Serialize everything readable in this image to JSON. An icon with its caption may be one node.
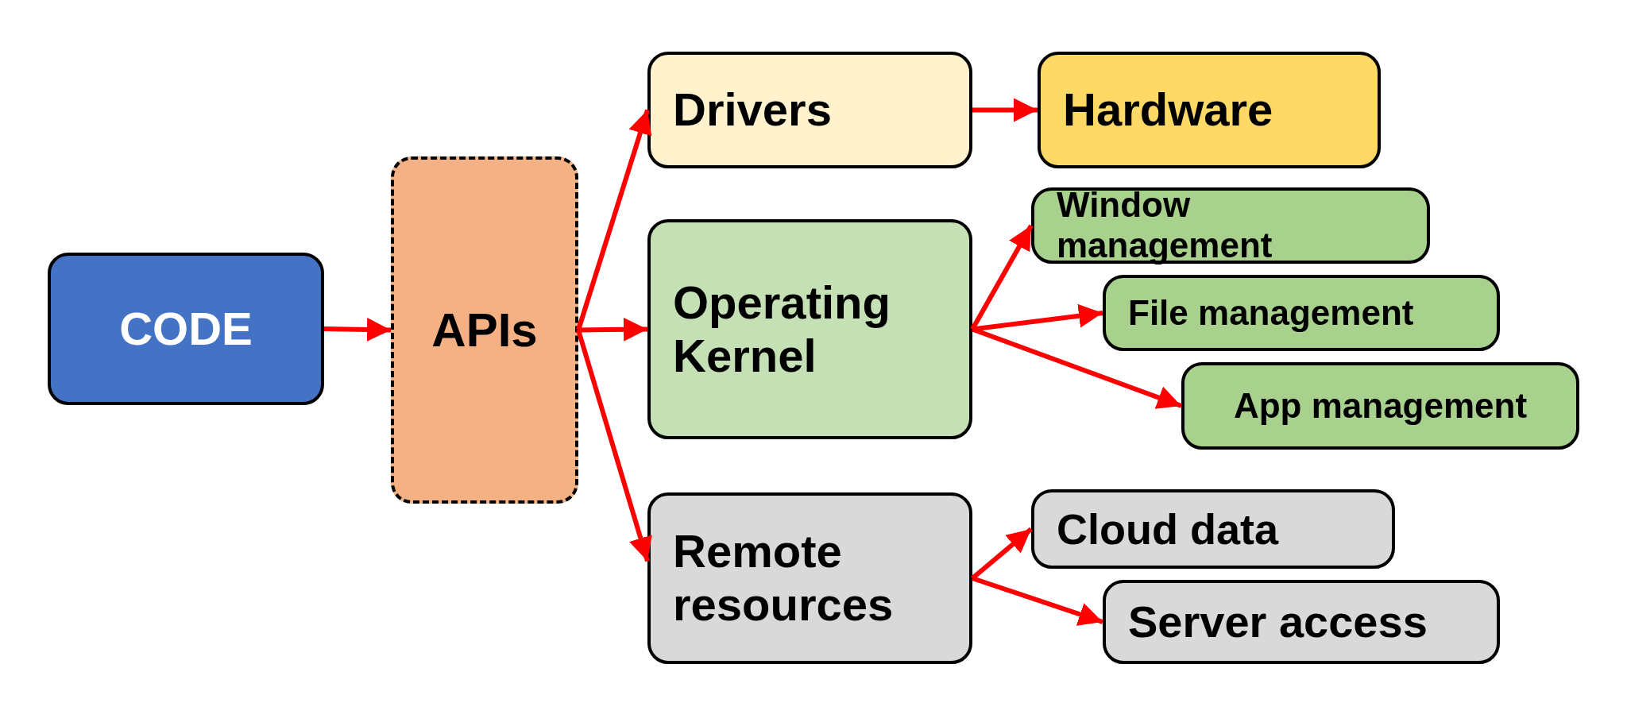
{
  "diagram": {
    "nodes": [
      {
        "text": [
          "CODE"
        ]
      },
      {
        "text": [
          "APIs"
        ]
      },
      {
        "text": [
          "Drivers"
        ]
      },
      {
        "text": [
          "Hardware"
        ]
      },
      {
        "text": [
          "Operating Kernel"
        ]
      },
      {
        "text": [
          "Window management"
        ]
      },
      {
        "text": [
          "File management"
        ]
      },
      {
        "text": [
          "App management"
        ]
      },
      {
        "text": [
          "Remote resources"
        ]
      },
      {
        "text": [
          "Cloud data"
        ]
      },
      {
        "text": [
          "Server access"
        ]
      }
    ],
    "edges": [
      {
        "from": 0,
        "to": 1,
        "arrow": "to"
      },
      {
        "from": 1,
        "to": 2,
        "arrow": "to"
      },
      {
        "from": 1,
        "to": 4,
        "arrow": "to"
      },
      {
        "from": 1,
        "to": 8,
        "arrow": "to"
      },
      {
        "from": 2,
        "to": 3,
        "arrow": "to"
      },
      {
        "from": 4,
        "to": 5,
        "arrow": "to"
      },
      {
        "from": 4,
        "to": 6,
        "arrow": "to"
      },
      {
        "from": 4,
        "to": 7,
        "arrow": "to"
      },
      {
        "from": 8,
        "to": 9,
        "arrow": "to"
      },
      {
        "from": 8,
        "to": 10,
        "arrow": "to"
      }
    ]
  }
}
